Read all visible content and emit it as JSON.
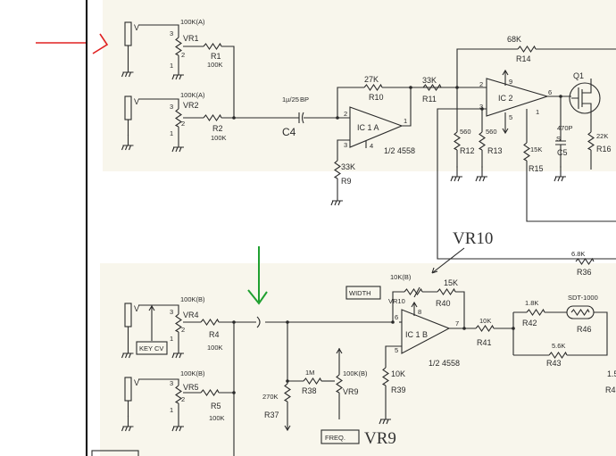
{
  "top": {
    "vr1": {
      "value": "100K(A)",
      "name": "VR1",
      "pin3": "3",
      "pin2": "2",
      "pin1": "1",
      "jack": "V"
    },
    "r1": {
      "name": "R1",
      "value": "100K"
    },
    "vr2": {
      "value": "100K(A)",
      "name": "VR2",
      "pin3": "3",
      "pin2": "2",
      "pin1": "1",
      "jack": "V"
    },
    "r2": {
      "name": "R2",
      "value": "100K"
    },
    "c4": {
      "name": "C4",
      "value": "1µ/25",
      "type": "BP"
    },
    "r10": {
      "name": "R10",
      "value": "27K"
    },
    "ic1a": {
      "name": "IC 1 A",
      "part": "1/2 4558",
      "pin2": "2",
      "pin3": "3",
      "pin1": "1",
      "pin4": "4"
    },
    "r9": {
      "name": "R9",
      "value": "33K"
    },
    "r11": {
      "name": "R11",
      "value": "33K"
    },
    "r14": {
      "name": "R14",
      "value": "68K"
    },
    "ic2": {
      "name": "IC 2",
      "pin2": "2",
      "pin3": "3",
      "pin9": "9",
      "pin5": "5",
      "pin6": "6",
      "pin1": "1"
    },
    "r12": {
      "name": "R12",
      "value": "560"
    },
    "r13": {
      "name": "R13",
      "value": "560"
    },
    "r15": {
      "name": "R15",
      "value": "15K"
    },
    "c5": {
      "name": "C5",
      "value": "470P",
      "mark": "S"
    },
    "q1": {
      "name": "Q1"
    },
    "r16": {
      "name": "R16",
      "value": "22K"
    }
  },
  "bottom": {
    "vr10_label": "VR10",
    "r36": {
      "name": "R36",
      "value": "6.8K"
    },
    "vr4": {
      "value": "100K(B)",
      "name": "VR4",
      "pin3": "3",
      "pin2": "2",
      "pin1": "1",
      "jack": "V"
    },
    "key_cv": "KEY CV",
    "r4": {
      "name": "R4",
      "value": "100K"
    },
    "vr5": {
      "value": "100K(B)",
      "name": "VR5",
      "pin3": "3",
      "pin2": "2",
      "pin1": "1",
      "jack": "V"
    },
    "r5": {
      "name": "R5",
      "value": "100K"
    },
    "width_box": "WIDTH",
    "vr10": {
      "name": "VR10",
      "value": "10K(B)"
    },
    "r40": {
      "name": "R40",
      "value": "15K"
    },
    "ic1b": {
      "name": "IC 1 B",
      "part": "1/2 4558",
      "pin6": "6",
      "pin5": "5",
      "pin7": "7",
      "pin8": "8"
    },
    "r41": {
      "name": "R41",
      "value": "10K"
    },
    "r42": {
      "name": "R42",
      "value": "1.8K"
    },
    "r46": {
      "name": "R46",
      "value": "SDT-1000"
    },
    "r43": {
      "name": "R43",
      "value": "5.6K"
    },
    "r37": {
      "name": "R37",
      "value": "270K"
    },
    "r38": {
      "name": "R38",
      "value": "1M"
    },
    "vr9": {
      "name": "VR9",
      "value": "100K(B)"
    },
    "r39": {
      "name": "R39",
      "value": "10K"
    },
    "freq_box": "FREQ.",
    "vr9_label": "VR9",
    "edge_right": "1.5",
    "edge_right2": "R4"
  },
  "annotations": {
    "red_arrow_color": "#e02020",
    "green_arrow_color": "#20a030"
  }
}
